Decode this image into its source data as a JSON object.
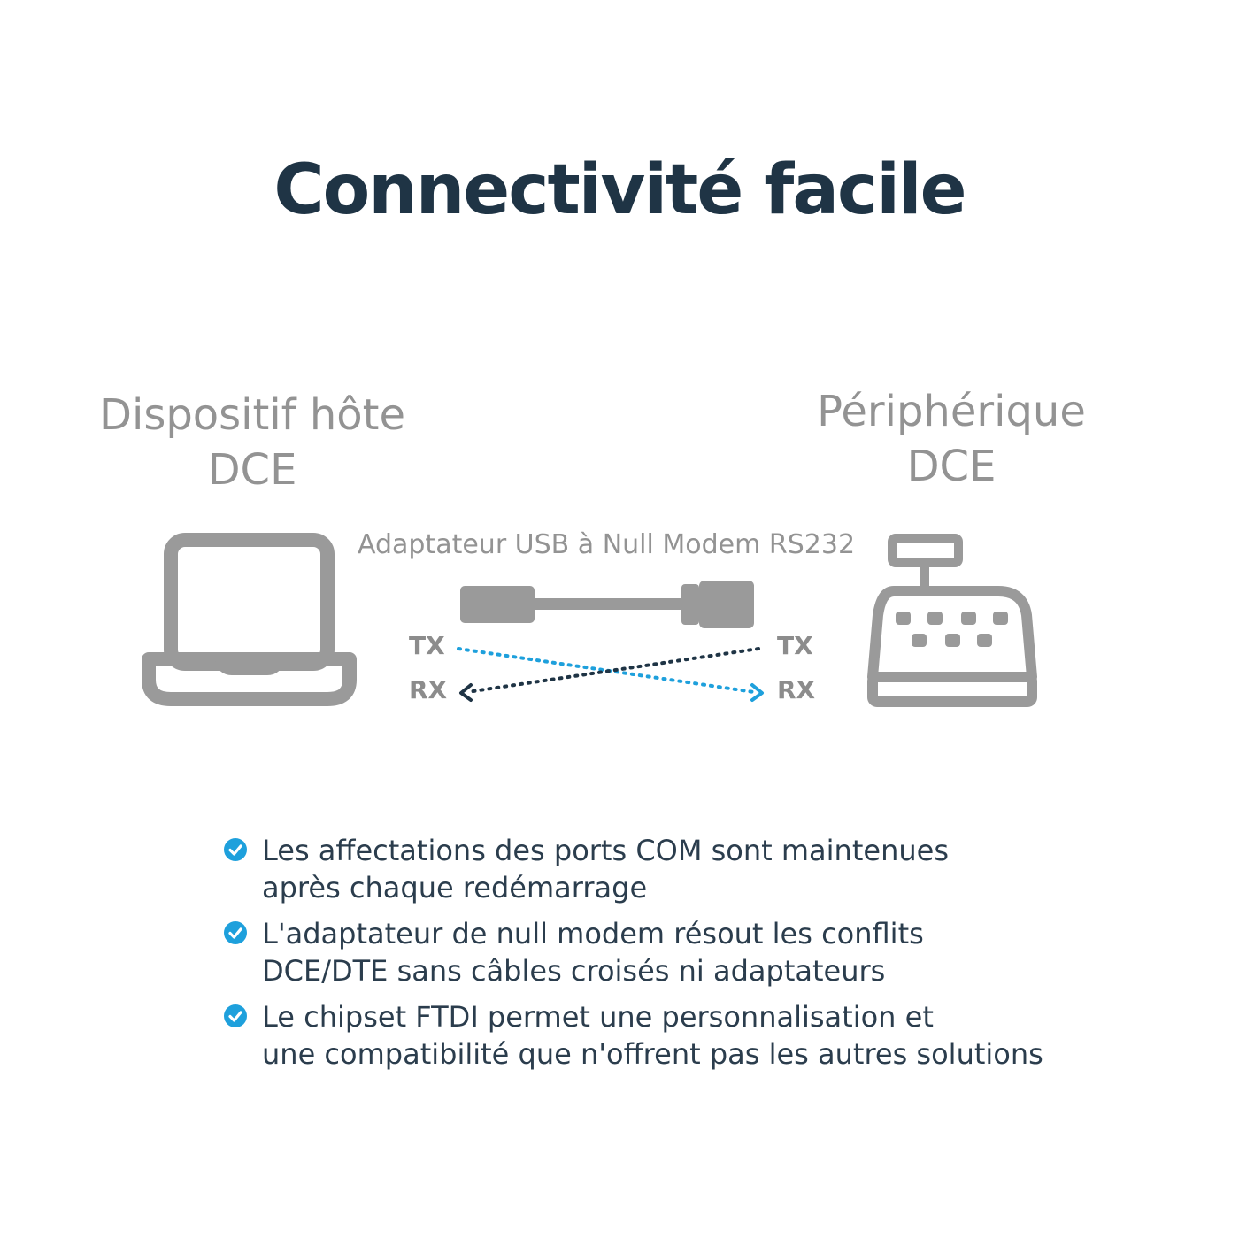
{
  "title": "Connectivité facile",
  "host": {
    "line1": "Dispositif hôte",
    "line2": "DCE"
  },
  "peripheral": {
    "line1": "Périphérique",
    "line2": "DCE"
  },
  "adapter": {
    "label": "Adaptateur USB à Null Modem RS232"
  },
  "signals": {
    "tx": "TX",
    "rx": "RX"
  },
  "colors": {
    "title": "#1f3445",
    "icon_gray": "#9a9a9a",
    "accent_blue": "#1ea0dc",
    "dark_navy": "#1f3445"
  },
  "icons": {
    "host": "laptop-icon",
    "peripheral": "cash-register-icon",
    "cable": "usb-serial-cable-icon",
    "bullet": "check-circle-icon"
  },
  "features": [
    {
      "line1": "Les affectations des ports COM sont maintenues",
      "line2": " après chaque redémarrage"
    },
    {
      "line1": "L'adaptateur de null modem résout les conflits",
      "line2": "DCE/DTE sans câbles croisés ni adaptateurs"
    },
    {
      "line1": "Le chipset FTDI permet une personnalisation et",
      "line2": "une compatibilité que n'offrent pas les autres solutions"
    }
  ]
}
